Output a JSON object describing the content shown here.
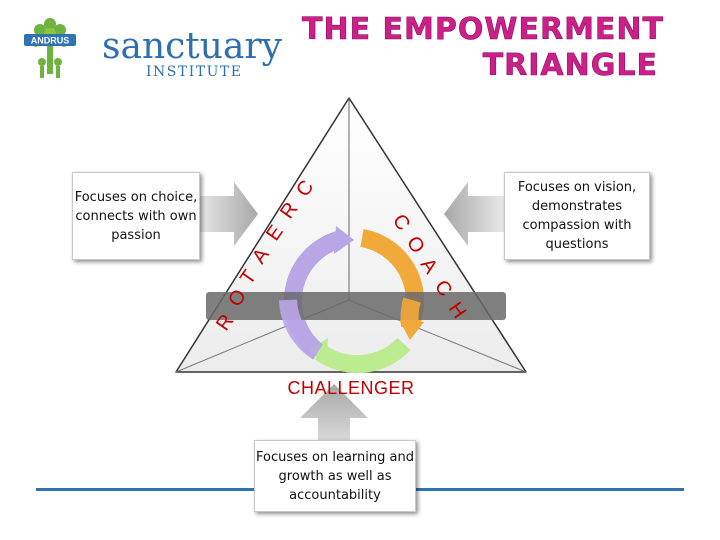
{
  "header": {
    "logo_badge": "ANDRUS",
    "logo_name": "sanctuary",
    "logo_sub": "INSTITUTE",
    "title_line1": "THE EMPOWERMENT",
    "title_line2": "TRIANGLE"
  },
  "diagram": {
    "roles": {
      "left_letters": [
        "C",
        "R",
        "E",
        "A",
        "T",
        "O",
        "R"
      ],
      "right_letters": [
        "C",
        "O",
        "A",
        "C",
        "H"
      ],
      "bottom": "CHALLENGER"
    },
    "descriptions": {
      "left": "Focuses on choice, connects with own passion",
      "right": "Focuses on vision, demonstrates compassion with questions",
      "bottom": "Focuses on learning and growth as well as accountability"
    }
  },
  "colors": {
    "title": "#cc1f8a",
    "role_text": "#c00000",
    "cycle_purple": "#c8b8ec",
    "cycle_green": "#c8f0a0",
    "cycle_orange": "#f5a623",
    "rule": "#2e74b5"
  }
}
